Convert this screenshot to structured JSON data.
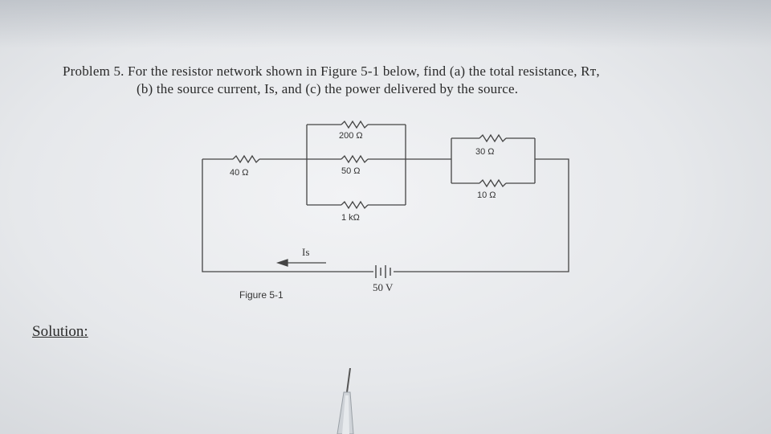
{
  "problem": {
    "line1": "Problem 5. For the resistor network shown in Figure 5-1 below, find (a) the total resistance, Rᴛ,",
    "line2": "(b) the source current, Is, and (c) the power delivered by the source."
  },
  "figure": {
    "caption": "Figure 5-1",
    "resistors": {
      "r40": "40 Ω",
      "r200": "200 Ω",
      "r50": "50 Ω",
      "r1k": "1 kΩ",
      "r30": "30 Ω",
      "r10": "10 Ω"
    },
    "current_label": "Is",
    "source_label": "50 V"
  },
  "solution_label": "Solution:"
}
